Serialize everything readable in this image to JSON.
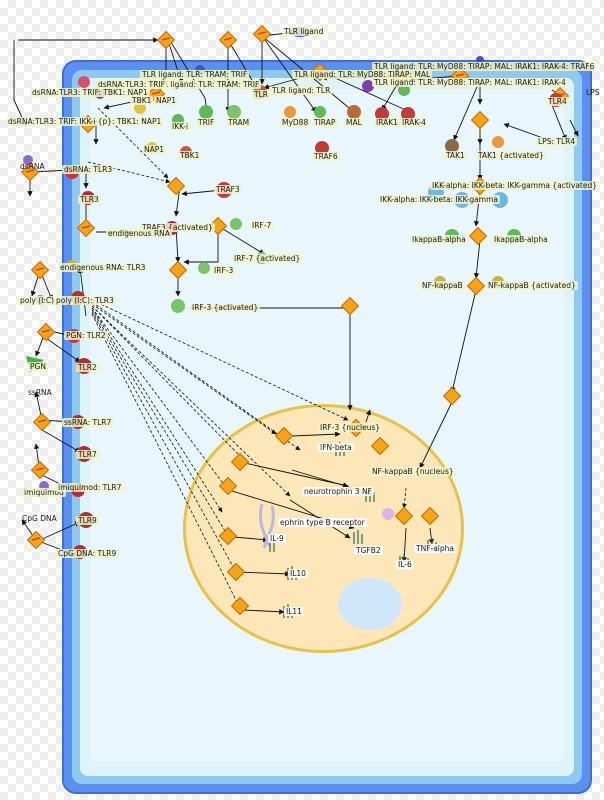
{
  "labels": {
    "tlr_ligand": "TLR ligand",
    "tlr_ligand_tlr_tram_trif_a": "TLR ligand: TLR: TRAM: TRIF",
    "tlr_ligand_tlr_myd88_tirap_mal": "TLR ligand: TLR: MyD88: TIRAP: MAL",
    "tlr_ligand_tlr_myd88_tirap_mal_irak1_irak4_traf6": "TLR ligand: TLR: MyD88: TIRAP: MAL: IRAK1: IRAK-4: TRAF6",
    "tlr_ligand_tlr_myd88_tirap_mal_irak1_irak4": "TLR ligand: TLR: MyD88: TIRAP: MAL: IRAK1: IRAK-4",
    "tlr_ligand_tlr_tram_trif_b": "TLR ligand: TLR: TRAM: TRIF",
    "tlr_ligand_tlr": "TLR ligand: TLR",
    "dsrna_tlr3_trif_tbk1_nap1": "dsRNA:TLR3: TRIF: TBK1: NAP1",
    "dsrna_tlr3_trif": "dsRNA:TLR3: TRIF",
    "dsrna_tlr3_trif_ikk_tbk1_nap1": "dsRNA:TLR3: TRIF: IKK-i {p}: TBK1: NAP1",
    "trif": "TRIF",
    "tram": "TRAM",
    "tlr": "TLR",
    "myd88": "MyD88",
    "tirap": "TIRAP",
    "mal": "MAL",
    "irak1": "IRAK1",
    "irak4": "IRAK-4",
    "traf6_top": "TRAF6",
    "traf6": "TRAF6",
    "tlr4": "TLR4",
    "lps": "LPS",
    "lps_tlr4": "LPS: TLR4",
    "tak1": "TAK1",
    "tak1_activated": "TAK1 {activated}",
    "nap1_a": "NAP1",
    "nap1_b": "NAP1",
    "ikk_i": "IKK-i",
    "tbk1_a": "TBK1",
    "tbk1_b": "TBK1",
    "dsrna": "dsRNA",
    "dsrna_tlr3": "dsRNA: TLR3",
    "tlr3": "TLR3",
    "traf3": "TRAF3",
    "traf3_activated": "TRAF3 {activated}",
    "endigenous_rna": "endigenous RNA",
    "endigenous_rna_tlr3": "endigenous RNA: TLR3",
    "irf7": "IRF-7",
    "irf7_activated": "IRF-7 {activated}",
    "irf3": "IRF-3",
    "irf3_activated": "IRF-3 {activated}",
    "irf3_nucleus": "IRF-3 {nucleus}",
    "ikk_complex": "IKK-alpha: IKK-beta: IKK-gamma",
    "ikk_complex_activated": "IKK-alpha: IKK-beta: IKK-gamma {activated}",
    "ikappab_alpha_a": "IkappaB-alpha",
    "ikappab_alpha_b": "IkappaB-alpha",
    "nfkappab_a": "NF-kappaB",
    "nfkappab_activated": "NF-kappaB {activated}",
    "nfkappab_nucleus": "NF-kappaB {nucleus}",
    "poly_ic": "poly (I:C)",
    "poly_ic_tlr3": "poly (I:C): TLR3",
    "pgn": "PGN",
    "pgn_tlr2": "PGN: TLR2",
    "tlr2": "TLR2",
    "ssrna": "ssRNA",
    "ssrna_tlr7": "ssRNA: TLR7",
    "tlr7": "TLR7",
    "imiquimod": "imiquimod",
    "imiquimod_tlr7": "imiquimod: TLR7",
    "cpg_dna": "CpG DNA",
    "cpg_dna_tlr9": "CpG DNA: TLR9",
    "tlr9": "TLR9",
    "ifn_beta": "IFN-beta",
    "neurotrophin": "neurotrophin 3 NF",
    "ephrin": "ephrin type B receptor",
    "il9": "IL-9",
    "tgfb2": "TGFB2",
    "il10": "IL10",
    "il11": "IL11",
    "il6": "IL-6",
    "tnf_alpha": "TNF-alpha"
  },
  "colors": {
    "membrane_outer": "#5b8ff0",
    "membrane_inner": "#8ec9f2",
    "cytoplasm": "#e9f7fc",
    "nucleus_fill": "#fde7b8",
    "nucleus_border": "#e5c24c",
    "nucleolus": "#cfe6fb",
    "process_node": "#f7a318",
    "process_node_border": "#c26b00",
    "arrow": "#111111"
  }
}
